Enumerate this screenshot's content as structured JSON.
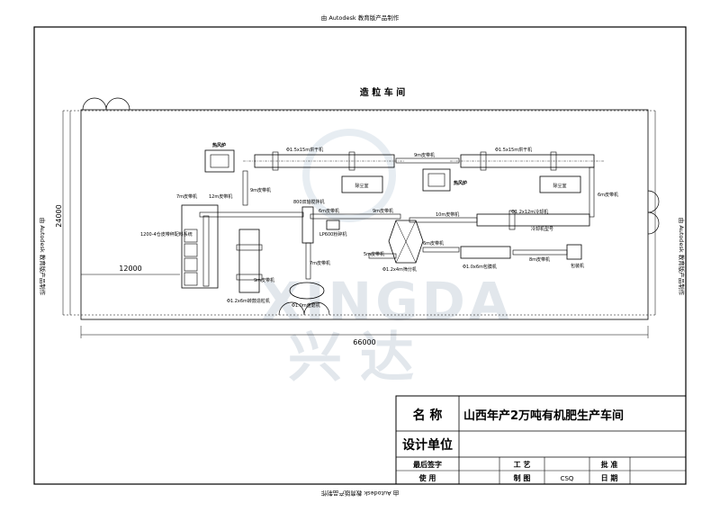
{
  "watermark": {
    "top": "由 Autodesk 教育版产品制作",
    "bottom": "由 Autodesk 教育版产品制作",
    "left": "由 Autodesk 教育版产品制作",
    "right": "由 Autodesk 教育版产品制作"
  },
  "logo": {
    "latin": "XINGDA",
    "cn": "兴达"
  },
  "workshop_title": "造 粒 车 间",
  "dimensions": {
    "height": "24000",
    "width": "66000",
    "inner": "12000"
  },
  "labels": {
    "hot_furnace_1": "热风炉",
    "hot_furnace_2": "热风炉",
    "dryer_1": "Φ1.5x15m烘干机",
    "dryer_2": "Φ1.5x15m烘干机",
    "conv_9m_a": "9m皮带机",
    "conv_9m_b": "9m皮带机",
    "conv_9m_c": "9m皮带机",
    "conv_9m_d": "9m皮带机",
    "conv_6m_a": "6m皮带机",
    "conv_6m_b": "6m皮带机",
    "conv_7m_a": "7m皮带机",
    "conv_7m_b": "7m皮带机",
    "conv_12m": "12m皮带机",
    "conv_10m": "10m皮带机",
    "conv_5m": "5m皮带机",
    "conv_8m": "8m皮带机",
    "dust_room_1": "除尘室",
    "dust_room_2": "除尘室",
    "cooler": "Φ1.2x12m冷却机",
    "screen": "Φ1.2x4m筛分机",
    "coater": "Φ1.0x6m包膜机",
    "packer": "包装机",
    "crusher": "LP600粉碎机",
    "mixer_top": "800双轴搅拌机",
    "batching": "1200-4仓皮带秤配料系统",
    "granulator": "Φ1.2x6m转鼓造粒机",
    "disc": "Φ1.0m盘磨机",
    "cooler_sub": "冷却机型号"
  },
  "title_block": {
    "name_label": "名 称",
    "project_name": "山西年产2万吨有机肥生产车间",
    "design_unit_label": "设计单位",
    "final_sign_label": "最后签字",
    "use_label": "使 用",
    "process_label": "工 艺",
    "draw_label": "制 图",
    "draw_value": "CSQ",
    "approve_label": "批 准",
    "date_label": "日 期"
  }
}
